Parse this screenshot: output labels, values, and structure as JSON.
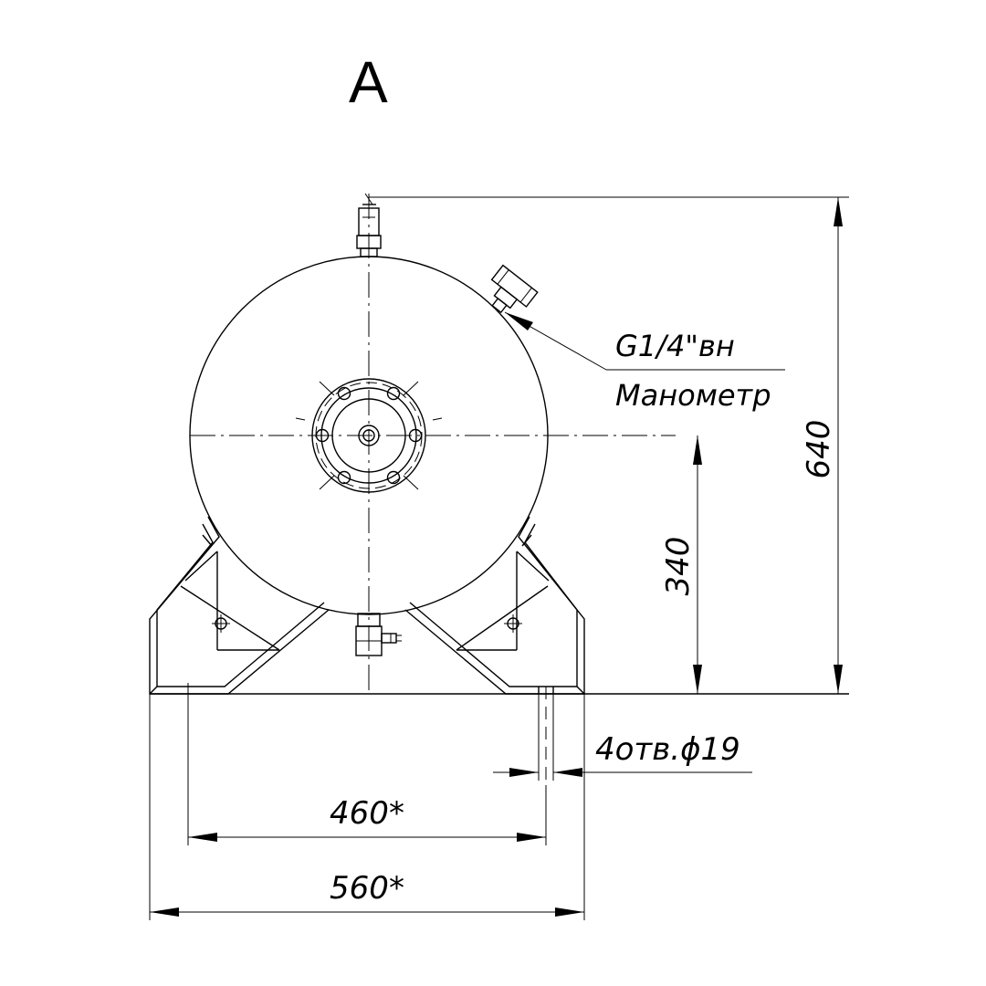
{
  "view_label": "A",
  "dimensions": {
    "overall_height": "640",
    "axis_height": "340",
    "hole_spacing": "460*",
    "base_width": "560*",
    "holes": "4отв.ϕ19"
  },
  "callout": {
    "thread": "G1/4\"вн",
    "label": "Манометр"
  },
  "colors": {
    "line": "#000000",
    "background": "#ffffff"
  }
}
